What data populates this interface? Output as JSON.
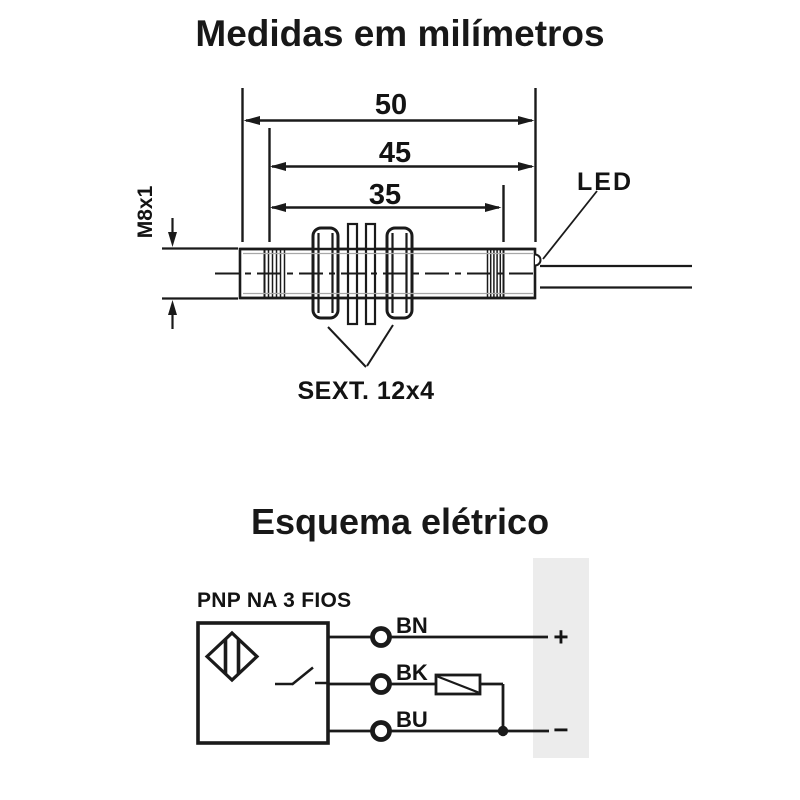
{
  "colors": {
    "background": "#ffffff",
    "ink": "#1a1a1a",
    "inner_line_gray": "#a8a8a8",
    "scan_artifact_gray": "#ececec"
  },
  "dimension_drawing": {
    "title": "Medidas em milímetros",
    "dim_50": "50",
    "dim_45": "45",
    "dim_35": "35",
    "thread_label": "M8x1",
    "led_label": "LED",
    "hex_label": "SEXT. 12x4"
  },
  "schematic": {
    "title": "Esquema elétrico",
    "circuit_label": "PNP NA 3 FIOS",
    "wires": [
      {
        "label": "BN",
        "terminal": "+"
      },
      {
        "label": "BK",
        "terminal": ""
      },
      {
        "label": "BU",
        "terminal": "−"
      }
    ],
    "terminal_plus": "+",
    "terminal_minus": "−"
  }
}
